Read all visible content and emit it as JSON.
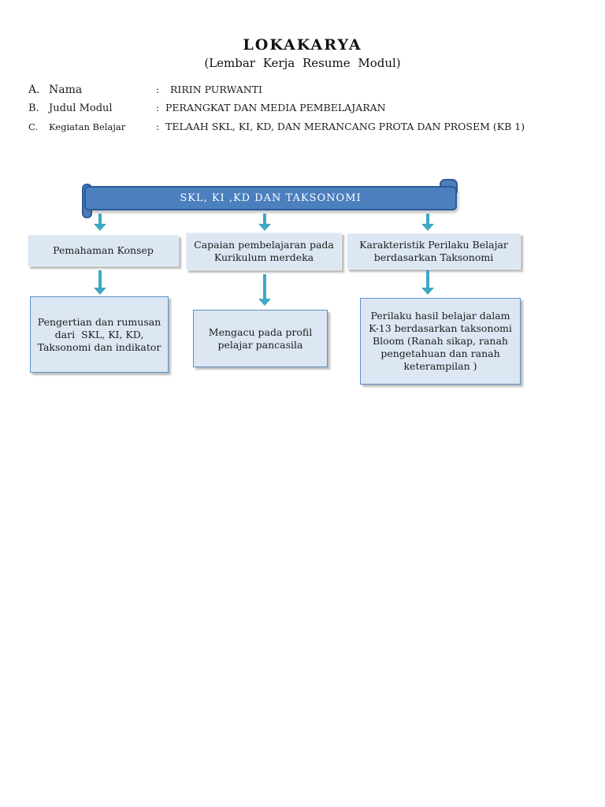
{
  "colors": {
    "bar_fill": "#4b7fbe",
    "bar_border": "#2d5b98",
    "bar_text": "#ffffff",
    "arrow": "#3ea9c4",
    "box_fill": "#dce7f3",
    "box_border_light": "#eef3f9",
    "box_border_blue": "#5b91c9",
    "text": "#1c1c1c"
  },
  "header": {
    "title": "LOKAKARYA",
    "subtitle": "(Lembar Kerja Resume Modul)"
  },
  "info": {
    "rows": [
      {
        "marker": "A.",
        "label": "Nama",
        "colon": ":",
        "value": "RIRIN PURWANTI"
      },
      {
        "marker": "B.",
        "label": "Judul Modul",
        "colon": ":",
        "value": "PERANGKAT DAN MEDIA PEMBELAJARAN"
      },
      {
        "marker": "C.",
        "label": "Kegiatan Belajar",
        "colon": ":",
        "value": "TELAAH SKL, KI, KD, DAN MERANCANG PROTA DAN PROSEM (KB 1)"
      }
    ]
  },
  "diagram": {
    "root": {
      "label": "SKL, KI ,KD DAN TAKSONOMI"
    },
    "level1": [
      {
        "label": "Pemahaman Konsep"
      },
      {
        "label": "Capaian pembelajaran pada Kurikulum merdeka"
      },
      {
        "label": "Karakteristik Perilaku Belajar berdasarkan Taksonomi"
      }
    ],
    "level2": [
      {
        "label": "Pengertian dan rumusan dari  SKL, KI, KD, Taksonomi dan indikator"
      },
      {
        "label": "Mengacu pada profil pelajar pancasila"
      },
      {
        "label": "Perilaku hasil belajar dalam K-13 berdasarkan taksonomi Bloom (Ranah sikap, ranah pengetahuan dan ranah keterampilan )"
      }
    ]
  }
}
